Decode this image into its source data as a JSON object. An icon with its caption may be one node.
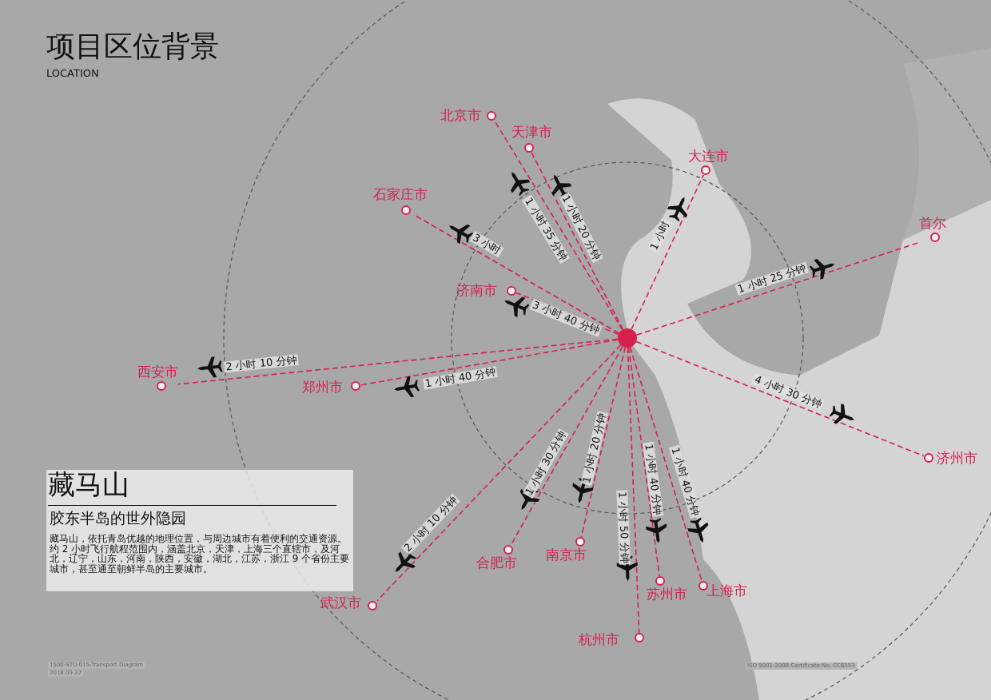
{
  "diagram": {
    "title": "项目区位背景",
    "nodes": [
      {
        "text": [],
        "shape": "circle"
      },
      {
        "text": [
          "北京市"
        ]
      },
      {
        "text": [
          "天津市"
        ]
      },
      {
        "text": [
          "大连市"
        ]
      },
      {
        "text": [
          "石家庄市"
        ]
      },
      {
        "text": [
          "首尔"
        ]
      },
      {
        "text": [
          "济南市"
        ]
      },
      {
        "text": [
          "西安市"
        ]
      },
      {
        "text": [
          "郑州市"
        ]
      },
      {
        "text": [
          "济州市"
        ]
      },
      {
        "text": [
          "武汉市"
        ]
      },
      {
        "text": [
          "合肥市"
        ]
      },
      {
        "text": [
          "南京市"
        ]
      },
      {
        "text": [
          "苏州市"
        ]
      },
      {
        "text": [
          "上海市"
        ]
      },
      {
        "text": [
          "杭州市"
        ]
      },
      {
        "text": [
          "藏马山",
          "胶东半岛的世外隐园",
          "藏马山，依托青岛优越的地理位置，与周边城市有着便利的交通资源。约 2 小时飞行航程范围内，涵盖北京，天津，上海三个直辖市，及河北，辽宁，山东，河南，陕西，安徽，湖北，江苏，浙江 9 个省份主要城市，甚至通至朝鲜半岛的主要城市。"
        ]
      }
    ],
    "edges": [
      {
        "from": 0,
        "to": 1,
        "arrow": "none",
        "style": "dashed",
        "label": "1 小时 35 分钟"
      },
      {
        "from": 0,
        "to": 2,
        "arrow": "none",
        "style": "dashed",
        "label": "1 小时 20 分钟"
      },
      {
        "from": 0,
        "to": 3,
        "arrow": "none",
        "style": "dashed",
        "label": "1 小时"
      },
      {
        "from": 0,
        "to": 4,
        "arrow": "none",
        "style": "dashed",
        "label": "3 小时"
      },
      {
        "from": 0,
        "to": 5,
        "arrow": "none",
        "style": "dashed",
        "label": "1 小时 25 分钟"
      },
      {
        "from": 0,
        "to": 6,
        "arrow": "none",
        "style": "dashed",
        "label": "3 小时 40 分钟"
      },
      {
        "from": 0,
        "to": 7,
        "arrow": "none",
        "style": "dashed",
        "label": "2 小时 10 分钟"
      },
      {
        "from": 0,
        "to": 8,
        "arrow": "none",
        "style": "dashed",
        "label": "1 小时 40 分钟"
      },
      {
        "from": 0,
        "to": 9,
        "arrow": "none",
        "style": "dashed",
        "label": "4 小时 30 分钟"
      },
      {
        "from": 0,
        "to": 10,
        "arrow": "none",
        "style": "dashed",
        "label": "2 小时 10 分钟"
      },
      {
        "from": 0,
        "to": 11,
        "arrow": "none",
        "style": "dashed",
        "label": "1 小时 30 分钟"
      },
      {
        "from": 0,
        "to": 12,
        "arrow": "none",
        "style": "dashed",
        "label": "1 小时 20 分钟"
      },
      {
        "from": 0,
        "to": 13,
        "arrow": "none",
        "style": "dashed",
        "label": "1 小时 40 分钟"
      },
      {
        "from": 0,
        "to": 14,
        "arrow": "none",
        "style": "dashed",
        "label": "1 小时 40 分钟"
      },
      {
        "from": 0,
        "to": 15,
        "arrow": "none",
        "style": "dashed",
        "label": "1 小时 50 分钟"
      }
    ],
    "labels": [
      "LOCATION",
      "1500-STU-015-Transport Diagram",
      "2018.09.27",
      "ISO 9001:2008 Certificate No: CC6553"
    ]
  }
}
